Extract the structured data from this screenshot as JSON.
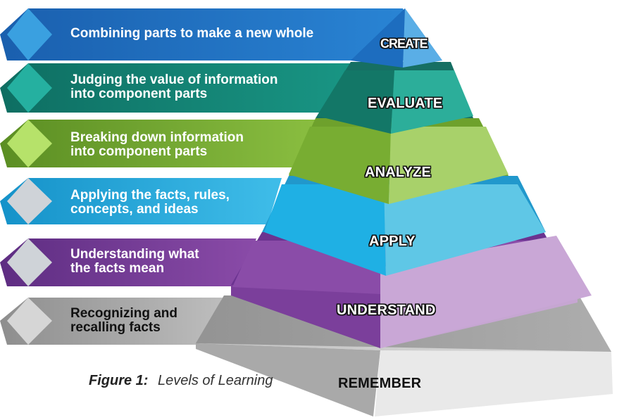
{
  "levels": [
    {
      "name": "CREATE",
      "description": "Combining parts to make a new whole",
      "color": "#1c6fbf"
    },
    {
      "name": "EVALUATE",
      "description": "Judging the value of information into component parts",
      "color": "#1a8a7a"
    },
    {
      "name": "ANALYZE",
      "description": "Breaking down information into component parts",
      "color": "#7fb53a"
    },
    {
      "name": "APPLY",
      "description": "Applying the facts, rules, concepts, and ideas",
      "color": "#2fb8e6"
    },
    {
      "name": "UNDERSTAND",
      "description": "Understanding what the facts mean",
      "color": "#7a3f98"
    },
    {
      "name": "REMEMBER",
      "description": "Recognizing and recalling facts",
      "color": "#b5b5b5"
    }
  ],
  "desc_lines": [
    [
      "Combining parts to make a new whole"
    ],
    [
      "Judging the value of information",
      "into component parts"
    ],
    [
      "Breaking down information",
      "into component parts"
    ],
    [
      "Applying the facts, rules,",
      "concepts, and ideas"
    ],
    [
      "Understanding what",
      "the facts mean"
    ],
    [
      "Recognizing and",
      "recalling facts"
    ]
  ],
  "caption": {
    "label": "Figure 1:",
    "text": "Levels of Learning"
  }
}
